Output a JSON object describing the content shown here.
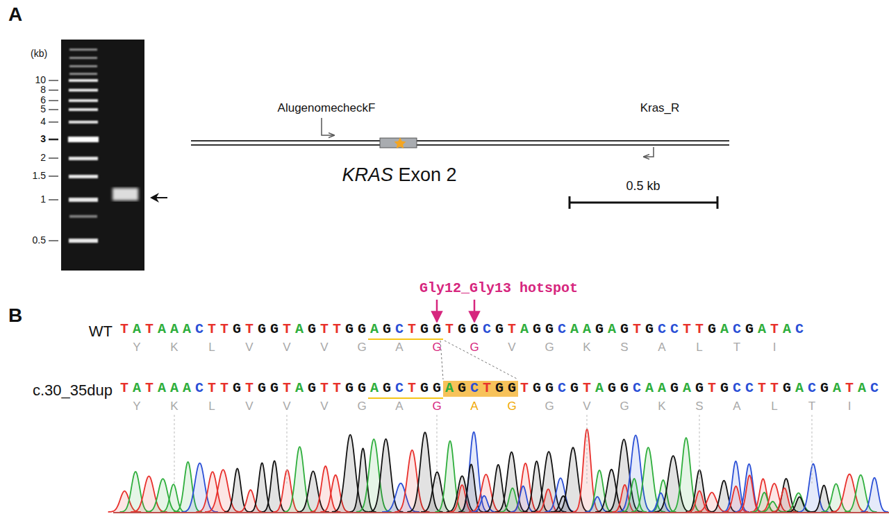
{
  "diagram": {
    "labels": [
      "A",
      "(kb)",
      "10",
      "8",
      "6",
      "5",
      "4",
      "3",
      "2",
      "1.5",
      "1",
      "0.5",
      "AlugenomecheckF",
      "KRAS Exon 2",
      "Kras_R",
      "0.5 kb",
      "B",
      "Gly12_Gly13 hotspot",
      "WT",
      "TATAAACTTGTGGTAGTTGGAGCTGGTGGCGTAGGCAAGAGTGCCTTGACGATAC",
      "Y K L V V V G A G G V G K S A L T I",
      "c.30_35dup",
      "TATAAACTTGTGGTAGTTGGAGCTGGAGCTGGTGGCGTAGGCAAGAGTGCCTTGACGATAC",
      "Y K L V V V G A G A G G V G K S A L T I"
    ]
  }
}
